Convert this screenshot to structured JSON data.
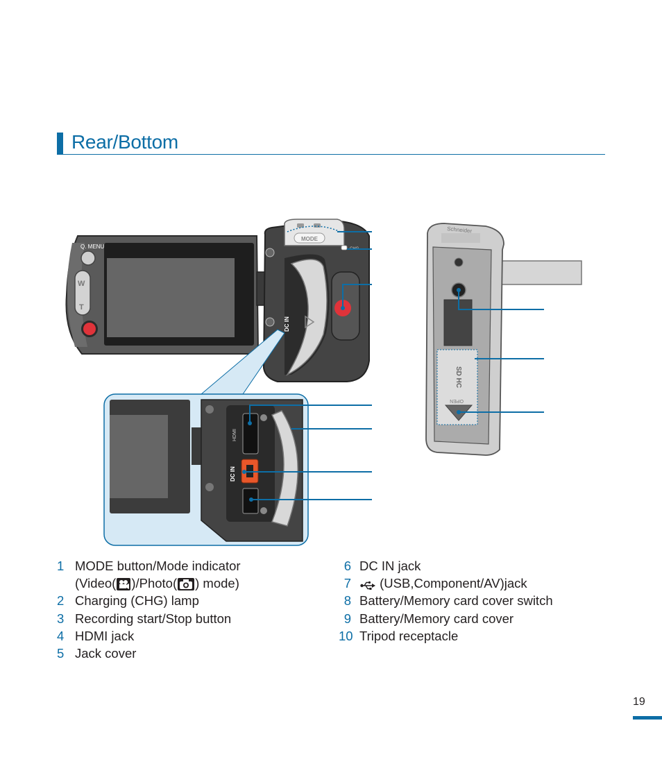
{
  "section": {
    "title": "Rear/Bottom"
  },
  "figure": {
    "labels": {
      "q_menu": "Q. MENU",
      "w": "W",
      "t": "T",
      "mode": "MODE",
      "chg": "CHG",
      "dc_in": "DC IN",
      "dc_in_zoom": "DC IN",
      "hdmi": "HDMI",
      "brand": "Schneider",
      "sd_hc": "SD HC",
      "open": "OPEN"
    },
    "colors": {
      "accent": "#0d6ea6",
      "record_red": "#e0333a",
      "dc_orange": "#e8572a",
      "callout_bg": "#d6e9f5",
      "body_dark": "#3a3a3a"
    }
  },
  "legend": {
    "left": [
      {
        "num": "1",
        "text": "MODE button/Mode indicator"
      },
      {
        "num": "",
        "text_prefix": "(Video(",
        "text_mid": ")/Photo(",
        "text_suffix": ") mode)"
      },
      {
        "num": "2",
        "text": "Charging (CHG) lamp"
      },
      {
        "num": "3",
        "text": "Recording start/Stop button"
      },
      {
        "num": "4",
        "text": "HDMI jack"
      },
      {
        "num": "5",
        "text": "Jack cover"
      }
    ],
    "right": [
      {
        "num": "6",
        "text": "DC IN jack"
      },
      {
        "num": "7",
        "text": "(USB,Component/AV)jack"
      },
      {
        "num": "8",
        "text": "Battery/Memory card cover switch"
      },
      {
        "num": "9",
        "text": "Battery/Memory card cover"
      },
      {
        "num": "10",
        "text": "Tripod receptacle"
      }
    ]
  },
  "page": {
    "number": "19"
  }
}
